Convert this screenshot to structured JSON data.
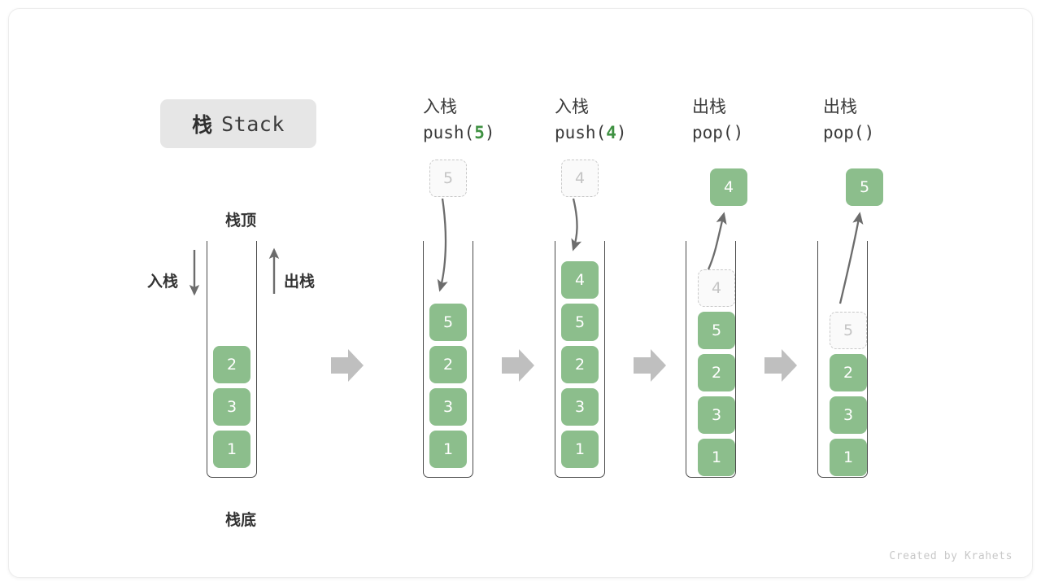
{
  "title": {
    "cn": "栈",
    "en": "Stack"
  },
  "labels": {
    "top": "栈顶",
    "bottom": "栈底",
    "push_side": "入栈",
    "pop_side": "出栈"
  },
  "colors": {
    "cell_fill": "#8cbe8c",
    "cell_text": "#ffffff",
    "ghost_border": "#c9c9c9",
    "ghost_text": "#c4c4c4",
    "accent_code": "#3f9142",
    "arrow_gray": "#b9b9b9",
    "curve_arrow": "#696969",
    "container_line": "#4a4a4a",
    "chip_bg": "#e6e6e6"
  },
  "steps": [
    {
      "id": "initial",
      "header_cn": "",
      "header_code": "",
      "code_arg": "",
      "stack": [
        "2",
        "3",
        "1"
      ],
      "outside_value": "",
      "outside_state": "none",
      "ghost_in_stack": ""
    },
    {
      "id": "push-5",
      "header_cn": "入栈",
      "header_code_prefix": "push(",
      "code_arg": "5",
      "header_code_suffix": ")",
      "stack": [
        "5",
        "2",
        "3",
        "1"
      ],
      "outside_value": "5",
      "outside_state": "ghost",
      "ghost_in_stack": ""
    },
    {
      "id": "push-4",
      "header_cn": "入栈",
      "header_code_prefix": "push(",
      "code_arg": "4",
      "header_code_suffix": ")",
      "stack": [
        "4",
        "5",
        "2",
        "3",
        "1"
      ],
      "outside_value": "4",
      "outside_state": "ghost",
      "ghost_in_stack": ""
    },
    {
      "id": "pop-4",
      "header_cn": "出栈",
      "header_code_prefix": "pop(",
      "code_arg": "",
      "header_code_suffix": ")",
      "stack": [
        "5",
        "2",
        "3",
        "1"
      ],
      "outside_value": "4",
      "outside_state": "filled",
      "ghost_in_stack": "4"
    },
    {
      "id": "pop-5",
      "header_cn": "出栈",
      "header_code_prefix": "pop(",
      "code_arg": "",
      "header_code_suffix": ")",
      "stack": [
        "2",
        "3",
        "1"
      ],
      "outside_value": "5",
      "outside_state": "filled",
      "ghost_in_stack": "5"
    }
  ],
  "credit": "Created by Krahets"
}
